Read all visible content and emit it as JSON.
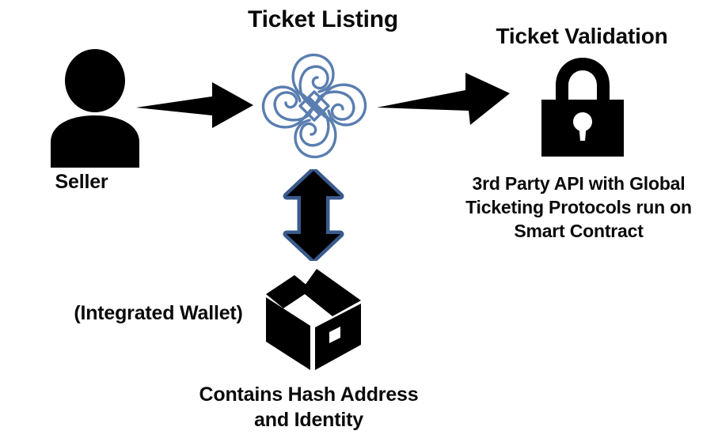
{
  "diagram": {
    "type": "flow-diagram",
    "background_color": "#ffffff",
    "text_color": "#0a0a0a",
    "accent_blue": "#5a7eb0",
    "arrow_outline_blue": "#3a5a8c",
    "titles": {
      "ticket_listing": "Ticket Listing",
      "ticket_validation": "Ticket Validation"
    },
    "labels": {
      "seller": "Seller",
      "api_caption": "3rd Party API with Global\nTicketing Protocols run on\nSmart Contract",
      "wallet": "(Integrated Wallet)",
      "box_caption": "Contains Hash Address\nand Identity"
    },
    "icons": {
      "seller": "person-icon",
      "listing": "celtic-knot-icon",
      "validation": "padlock-icon",
      "wallet": "package-box-icon"
    },
    "arrows": [
      {
        "name": "seller-to-listing",
        "direction": "right",
        "color": "#000000"
      },
      {
        "name": "listing-to-validation",
        "direction": "right",
        "color": "#000000"
      },
      {
        "name": "listing-to-wallet",
        "direction": "both",
        "color": "#000000",
        "outline": "#3a5a8c"
      }
    ]
  }
}
